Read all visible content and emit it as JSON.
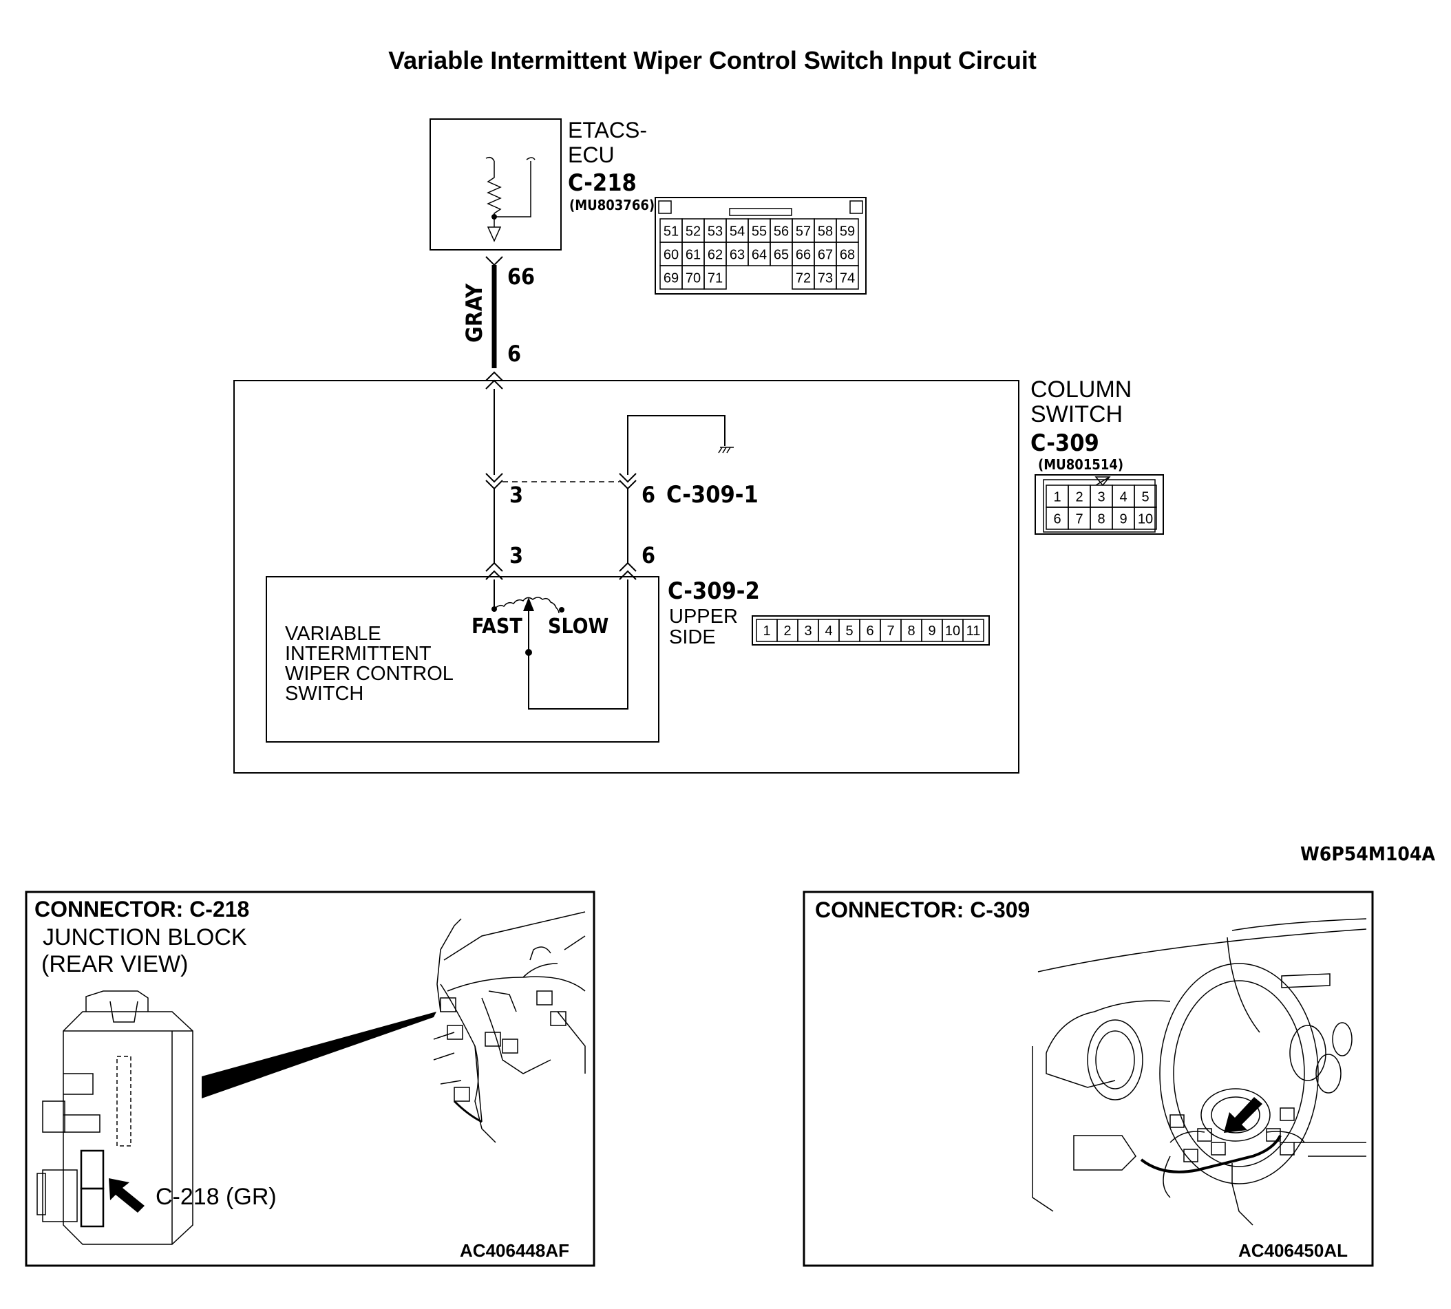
{
  "title": "Variable Intermittent Wiper Control Switch Input Circuit",
  "etacs": {
    "name_line1": "ETACS-",
    "name_line2": "ECU",
    "connector": "C-218",
    "part_no": "(MU803766)",
    "pin_rows": [
      [
        "51",
        "52",
        "53",
        "54",
        "55",
        "56",
        "57",
        "58",
        "59"
      ],
      [
        "60",
        "61",
        "62",
        "63",
        "64",
        "65",
        "66",
        "67",
        "68"
      ],
      [
        "69",
        "70",
        "71",
        "",
        "",
        "",
        "72",
        "73",
        "74"
      ]
    ]
  },
  "wire": {
    "color": "GRAY",
    "pin_top": "66",
    "pin_bottom": "6"
  },
  "column_switch": {
    "name_line1": "COLUMN",
    "name_line2": "SWITCH",
    "connector": "C-309",
    "part_no": "(MU801514)",
    "pin_rows": [
      [
        "1",
        "2",
        "3",
        "4",
        "5"
      ],
      [
        "6",
        "7",
        "8",
        "9",
        "10"
      ]
    ],
    "sub1": {
      "label": "C-309-1",
      "pin_left": "3",
      "pin_right": "6"
    },
    "sub2": {
      "label": "C-309-2",
      "pin_left": "3",
      "pin_right": "6",
      "side_line1": "UPPER",
      "side_line2": "SIDE",
      "pins": [
        "1",
        "2",
        "3",
        "4",
        "5",
        "6",
        "7",
        "8",
        "9",
        "10",
        "11"
      ]
    }
  },
  "wiper_switch": {
    "line1": "VARIABLE",
    "line2": "INTERMITTENT",
    "line3": "WIPER CONTROL",
    "line4": "SWITCH",
    "fast": "FAST",
    "slow": "SLOW"
  },
  "figure_code": "W6P54M104A",
  "panel_left": {
    "header": "CONNECTOR: C-218",
    "sub_line1": "JUNCTION BLOCK",
    "sub_line2": "(REAR VIEW)",
    "callout": "C-218 (GR)",
    "code": "AC406448AF"
  },
  "panel_right": {
    "header": "CONNECTOR: C-309",
    "code": "AC406450AL"
  }
}
